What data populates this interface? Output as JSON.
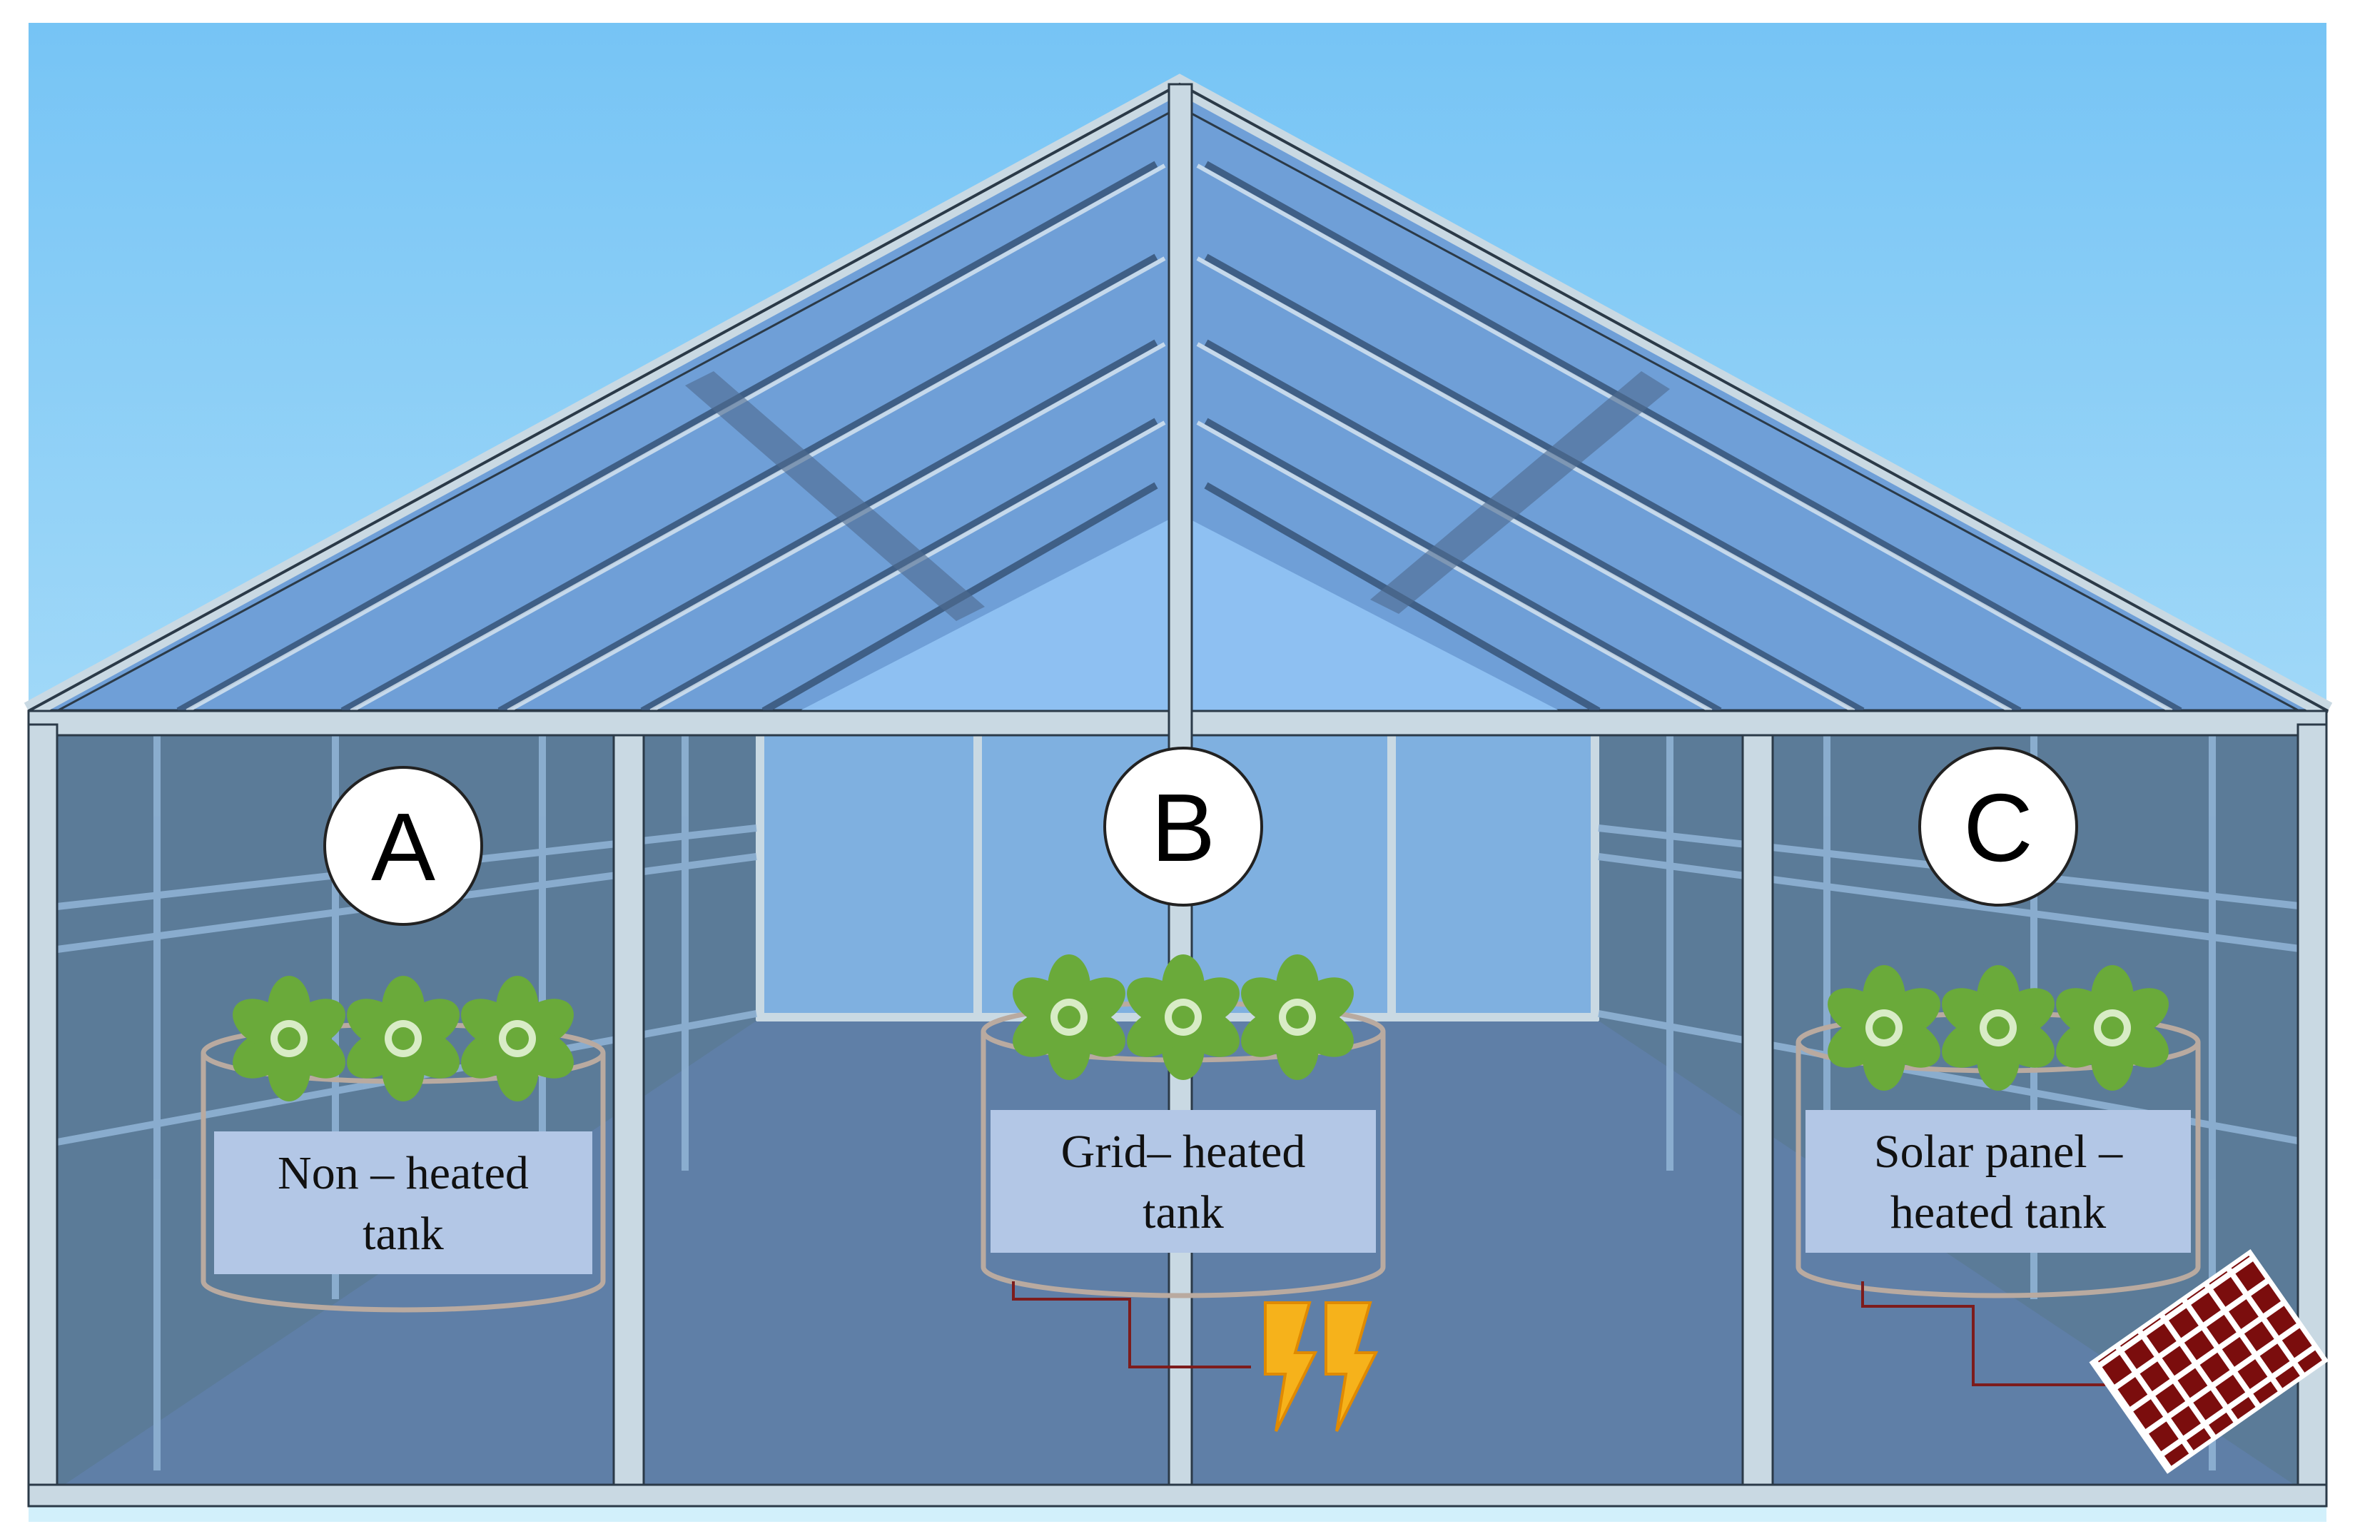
{
  "sections": [
    {
      "id": "A",
      "letter": "A",
      "label_lines": [
        "Non – heated",
        "tank"
      ],
      "heat_source": "none"
    },
    {
      "id": "B",
      "letter": "B",
      "label_lines": [
        "Grid– heated",
        "tank"
      ],
      "heat_source": "grid-lightning-icon"
    },
    {
      "id": "C",
      "letter": "C",
      "label_lines": [
        "Solar panel –",
        "heated tank"
      ],
      "heat_source": "solar-panel-icon"
    }
  ],
  "colors": {
    "sky_top": "#78c6f6",
    "sky_bottom": "#cdeefb",
    "roof_glass": "#6e9fd6",
    "wall_glass": "#5d7d98",
    "floor": "#5e7ea6",
    "frame": "#c8d8e2",
    "plant": "#6aaa3a",
    "label_box": "#b3c7e6",
    "lightning": "#f6b21b",
    "solar_panel": "#7b0d0d",
    "wire": "#7d1c1c"
  }
}
